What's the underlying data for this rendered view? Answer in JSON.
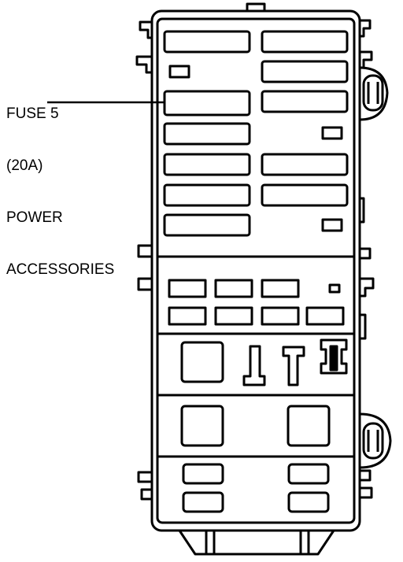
{
  "callout": {
    "line1": "FUSE 5",
    "line2": "(20A)",
    "line3": "POWER",
    "line4": "ACCESSORIES"
  },
  "colors": {
    "stroke": "#000000",
    "background": "#ffffff"
  }
}
